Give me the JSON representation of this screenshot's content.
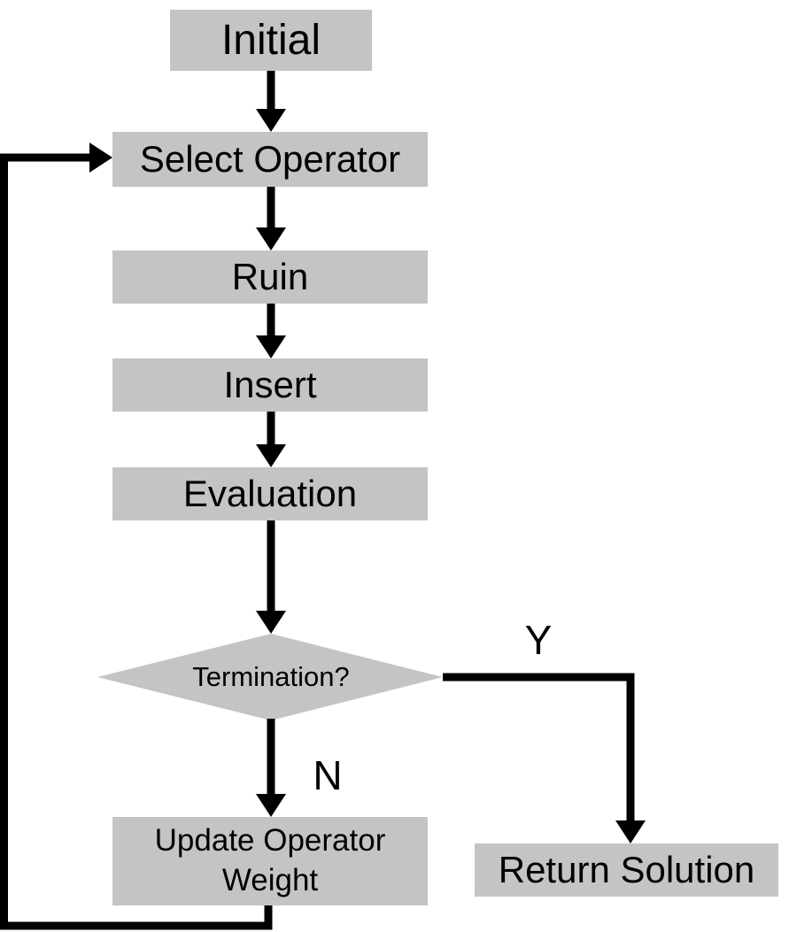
{
  "nodes": {
    "initial": {
      "label": "Initial"
    },
    "select_operator": {
      "label": "Select Operator"
    },
    "ruin": {
      "label": "Ruin"
    },
    "insert": {
      "label": "Insert"
    },
    "evaluation": {
      "label": "Evaluation"
    },
    "termination": {
      "label": "Termination?"
    },
    "update_operator_weight": {
      "label": "Update Operator Weight"
    },
    "return_solution": {
      "label": "Return Solution"
    }
  },
  "edge_labels": {
    "yes": "Y",
    "no": "N"
  },
  "colors": {
    "node_fill": "#c4c4c4",
    "arrow": "#000000",
    "text": "#000000",
    "background": "#ffffff"
  }
}
